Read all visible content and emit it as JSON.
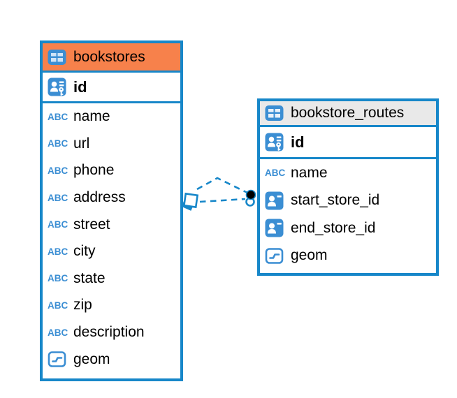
{
  "colors": {
    "accent_blue": "#1787c9",
    "icon_blue": "#3b8ed3",
    "bookstores_header_orange": "#f7814b",
    "routes_header_gray": "#e9e9e9",
    "row_background": "#ffffff",
    "text": "#000000",
    "endpoint_dot": "#000000"
  },
  "icons": {
    "text_type_label": "ABC",
    "table_icon": "table-grid",
    "primary_key_icon": "person-with-key",
    "reference_icon": "person-badge",
    "geometry_icon": "polyline-box"
  },
  "tables": [
    {
      "name": "bookstores",
      "header_style": "orange",
      "primary_key": {
        "name": "id",
        "type": "primary-key"
      },
      "columns": [
        {
          "name": "name",
          "type": "text"
        },
        {
          "name": "url",
          "type": "text"
        },
        {
          "name": "phone",
          "type": "text"
        },
        {
          "name": "address",
          "type": "text"
        },
        {
          "name": "street",
          "type": "text"
        },
        {
          "name": "city",
          "type": "text"
        },
        {
          "name": "state",
          "type": "text"
        },
        {
          "name": "zip",
          "type": "text"
        },
        {
          "name": "description",
          "type": "text"
        },
        {
          "name": "geom",
          "type": "geometry"
        }
      ]
    },
    {
      "name": "bookstore_routes",
      "header_style": "gray",
      "primary_key": {
        "name": "id",
        "type": "primary-key"
      },
      "columns": [
        {
          "name": "name",
          "type": "text"
        },
        {
          "name": "start_store_id",
          "type": "reference"
        },
        {
          "name": "end_store_id",
          "type": "reference"
        },
        {
          "name": "geom",
          "type": "geometry"
        }
      ]
    }
  ],
  "relationships": [
    {
      "from": "bookstores",
      "to": "bookstore_routes",
      "line_style": "dashed"
    },
    {
      "from": "bookstores",
      "to": "bookstore_routes",
      "line_style": "dashed"
    }
  ]
}
